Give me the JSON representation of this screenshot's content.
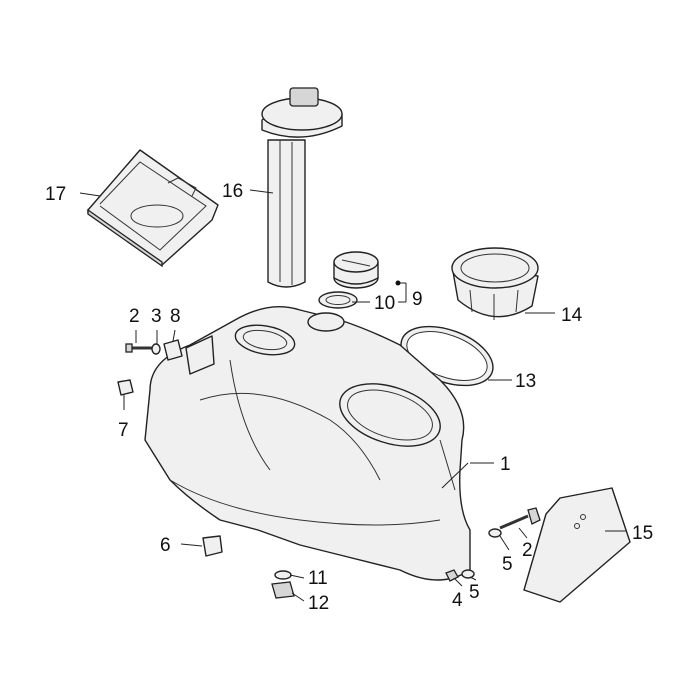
{
  "callouts": [
    {
      "id": "c1",
      "label": "1"
    },
    {
      "id": "c2a",
      "label": "2"
    },
    {
      "id": "c2b",
      "label": "2"
    },
    {
      "id": "c3",
      "label": "3"
    },
    {
      "id": "c4",
      "label": "4"
    },
    {
      "id": "c5a",
      "label": "5"
    },
    {
      "id": "c5b",
      "label": "5"
    },
    {
      "id": "c6",
      "label": "6"
    },
    {
      "id": "c7",
      "label": "7"
    },
    {
      "id": "c8",
      "label": "8"
    },
    {
      "id": "c9",
      "label": "9"
    },
    {
      "id": "c10",
      "label": "10"
    },
    {
      "id": "c11",
      "label": "11"
    },
    {
      "id": "c12",
      "label": "12"
    },
    {
      "id": "c13",
      "label": "13"
    },
    {
      "id": "c14",
      "label": "14"
    },
    {
      "id": "c15",
      "label": "15"
    },
    {
      "id": "c16",
      "label": "16"
    },
    {
      "id": "c17",
      "label": "17"
    }
  ]
}
